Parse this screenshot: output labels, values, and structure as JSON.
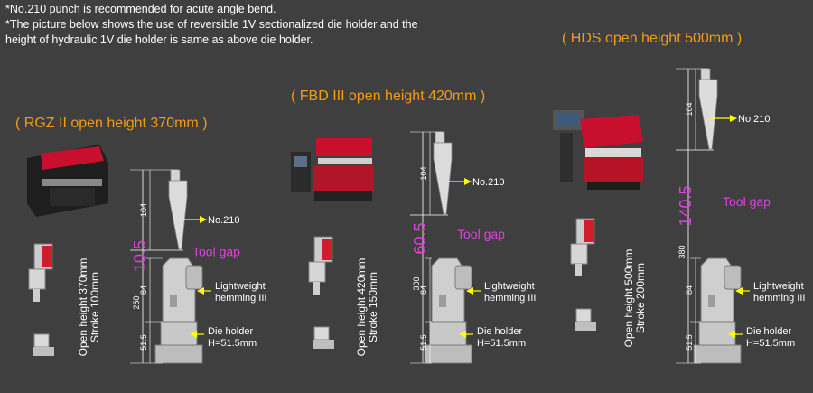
{
  "notes": [
    "*No.210 punch is recommended for acute angle bend.",
    "*The picture below shows the use of reversible 1V sectionalized die holder and the",
    "  height of hydraulic 1V die holder is same as above die holder."
  ],
  "colors": {
    "background": "#3f3f3f",
    "title": "#f39c12",
    "dimension": "#ffffff",
    "tool_gap": "#e040e0",
    "callout": "#ffff00",
    "machine_red": "#c8102e"
  },
  "panels": [
    {
      "title": "( RGZ II  open height 370mm )",
      "punch_label": "No.210",
      "tool_gap_value": "10.5",
      "tool_gap_label": "Tool gap",
      "total_height": "250",
      "punch_height": "104",
      "hemming_height": "84",
      "holder_height": "51.5",
      "hemming_label": [
        "Lightweight",
        "hemming III"
      ],
      "holder_label": [
        "Die holder",
        "H=51.5mm"
      ],
      "spec": [
        "Open height 370mm",
        "Stroke 100mm"
      ]
    },
    {
      "title": "( FBD III  open height 420mm )",
      "punch_label": "No.210",
      "tool_gap_value": "60.5",
      "tool_gap_label": "Tool gap",
      "total_height": "300",
      "punch_height": "104",
      "hemming_height": "84",
      "holder_height": "51.5",
      "hemming_label": [
        "Lightweight",
        "hemming III"
      ],
      "holder_label": [
        "Die holder",
        "H=51.5mm"
      ],
      "spec": [
        "Open height 420mm",
        "Stroke 150mm"
      ]
    },
    {
      "title": "( HDS open height 500mm )",
      "punch_label": "No.210",
      "tool_gap_value": "140.5",
      "tool_gap_label": "Tool gap",
      "total_height": "380",
      "punch_height": "104",
      "hemming_height": "84",
      "holder_height": "51.5",
      "hemming_label": [
        "Lightweight",
        "hemming III"
      ],
      "holder_label": [
        "Die holder",
        "H=51.5mm"
      ],
      "spec": [
        "Open height 500mm",
        "Stroke 200mm"
      ]
    }
  ]
}
